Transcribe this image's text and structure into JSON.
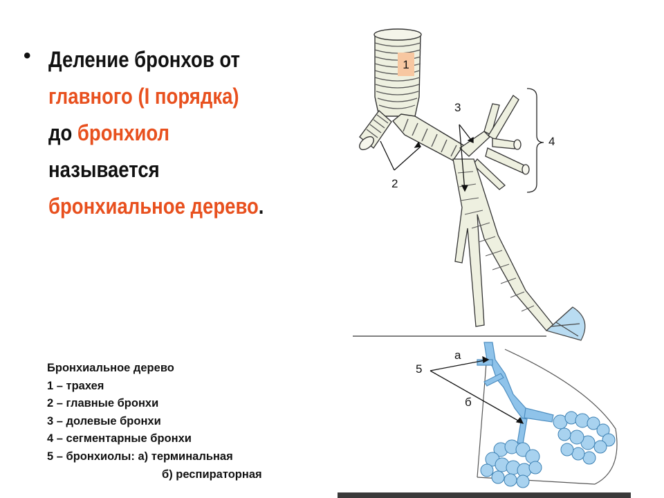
{
  "main": {
    "bullet": "•",
    "part1": "Деление бронхов от ",
    "part2": "главного (I порядка)",
    "part3": " до ",
    "part4": "бронхиол",
    "part5": " называется ",
    "part6": "бронхиальное дерево",
    "part7": "."
  },
  "legend": {
    "title": "Бронхиальное дерево",
    "item1": "1 – трахея",
    "item2": "2 – главные бронхи",
    "item3": "3 – долевые бронхи",
    "item4": "4 – сегментарные бронхи",
    "item5": "5 – бронхиолы: а) терминальная",
    "item6": "б) респираторная"
  },
  "figure_labels": {
    "l1": "1",
    "l2": "2",
    "l3": "3",
    "l4": "4",
    "l5": "5",
    "la": "а",
    "lb": "б"
  },
  "colors": {
    "accent": "#e8501e",
    "bronchiole_blue": "#8fc3ea",
    "label_highlight": "#f7c7a1"
  }
}
